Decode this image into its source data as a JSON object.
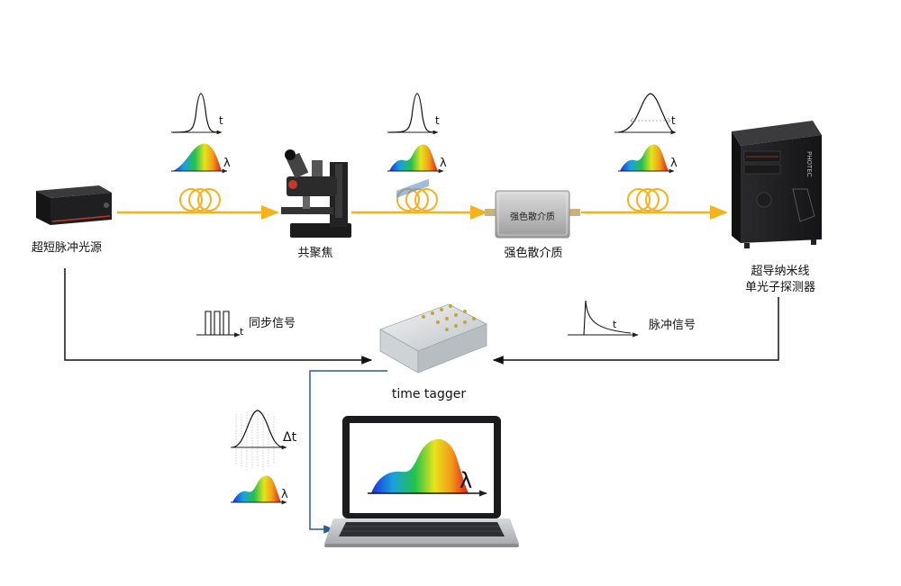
{
  "labels": {
    "laser": "超短脉冲光源",
    "confocal": "共聚焦",
    "medium": "强色散介质",
    "medium_panel": "强色散介质",
    "detector_line1": "超导纳米线",
    "detector_line2": "单光子探测器",
    "sync_signal": "同步信号",
    "pulse_signal": "脉冲信号",
    "time_tagger": "time tagger",
    "device_brand": "PHOTEC"
  },
  "axis_symbols": {
    "t": "t",
    "lambda": "λ",
    "delta_t": "Δt"
  },
  "colors": {
    "light_path": "#f5b21c",
    "electric_path": "#111111",
    "data_link": "#2a5d93",
    "spectrum": [
      "#1b2fd6",
      "#1aa0e0",
      "#22c24a",
      "#e8e31c",
      "#f29c1a",
      "#e31a1a"
    ]
  }
}
